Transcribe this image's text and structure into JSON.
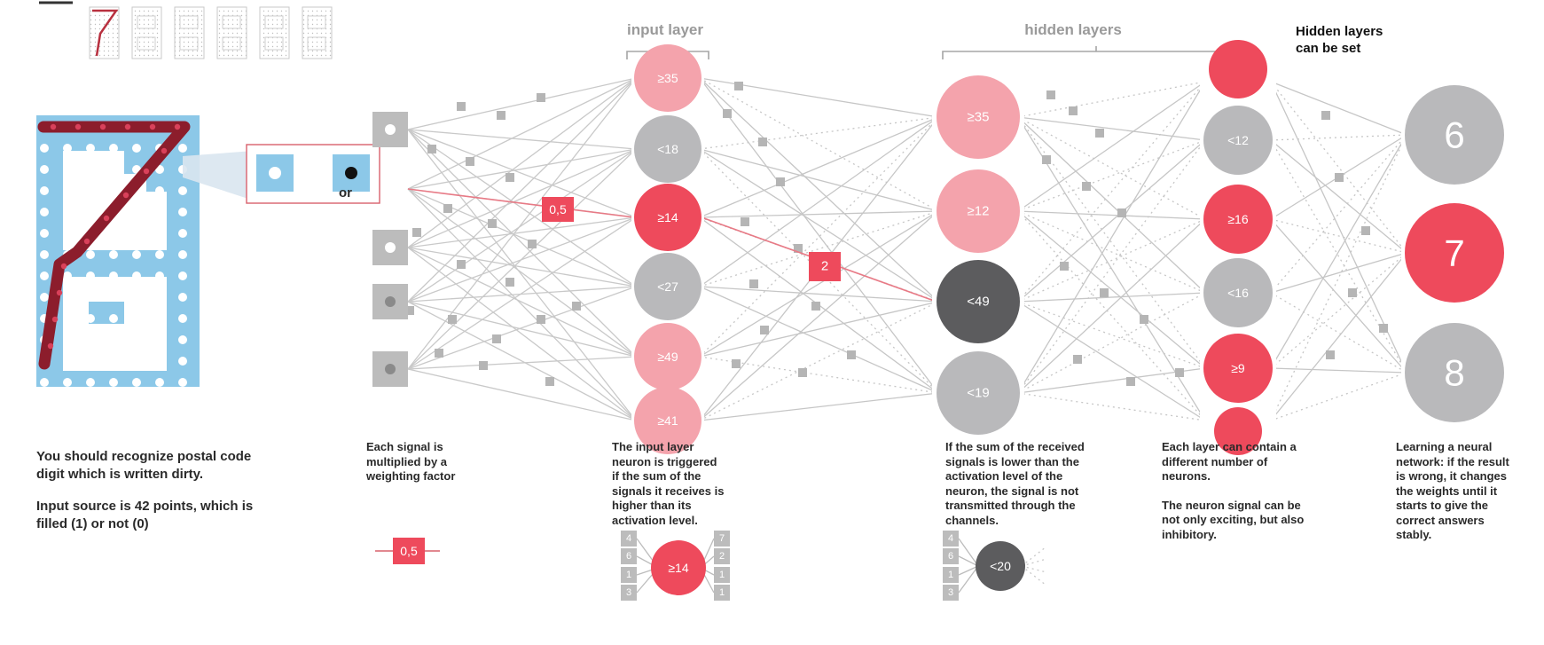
{
  "labels": {
    "input_layer": "input layer",
    "hidden_layers": "hidden layers",
    "hidden_layers_note_1": "Hidden layers",
    "hidden_layers_note_2": "can be set",
    "or": "or"
  },
  "captions": {
    "intro_1": "You should recognize postal code",
    "intro_2": "digit which is written dirty.",
    "intro_3": "Input source is 42 points, which is",
    "intro_4": "filled (1) or not (0)",
    "weight_1": "Each signal is",
    "weight_2": "multiplied by a",
    "weight_3": "weighting factor",
    "input_1": "The input layer",
    "input_2": "neuron is triggered",
    "input_3": "if the sum of the",
    "input_4": "signals it receives is",
    "input_5": "higher than its",
    "input_6": "activation level.",
    "sum_1": "If the sum of the received",
    "sum_2": "signals is lower than the",
    "sum_3": "activation level of the",
    "sum_4": "neuron, the signal is not",
    "sum_5": "transmitted through the",
    "sum_6": "channels.",
    "layer_1": "Each layer can contain a",
    "layer_2": "different number of",
    "layer_3": "neurons.",
    "layer_4": "The neuron signal can be",
    "layer_5": "not only exciting, but also",
    "layer_6": "inhibitory.",
    "learn_1": "Learning a neural",
    "learn_2": "network: if the result",
    "learn_3": "is wrong, it changes",
    "learn_4": "the weights until it",
    "learn_5": "starts to give the",
    "learn_6": "correct answers",
    "learn_7": "stably."
  },
  "weights": {
    "highlight_1": "0,5",
    "highlight_2": "2",
    "legend": "0,5"
  },
  "input_neurons": [
    "≥35",
    "<18",
    "≥14",
    "<27",
    "≥49",
    "≥41"
  ],
  "hidden1_neurons": [
    "≥35",
    "≥12",
    "<49",
    "<19"
  ],
  "hidden2_neurons": [
    "<12",
    "≥16",
    "<16",
    "≥9"
  ],
  "outputs": [
    "6",
    "7",
    "8"
  ],
  "example_neuron": {
    "threshold": "≥14",
    "inputs": [
      "4",
      "6",
      "1",
      "3"
    ],
    "outputs": [
      "7",
      "2",
      "1",
      "1"
    ]
  },
  "example_neuron_2": {
    "threshold": "<20",
    "inputs": [
      "4",
      "6",
      "1",
      "3"
    ]
  },
  "colors": {
    "red": "#ee4a5c",
    "pink": "#f4a3ac",
    "gray": "#b9b9bb",
    "dark": "#5c5c5e",
    "blue": "#8cc8e8",
    "maroon": "#8c1d2c"
  }
}
